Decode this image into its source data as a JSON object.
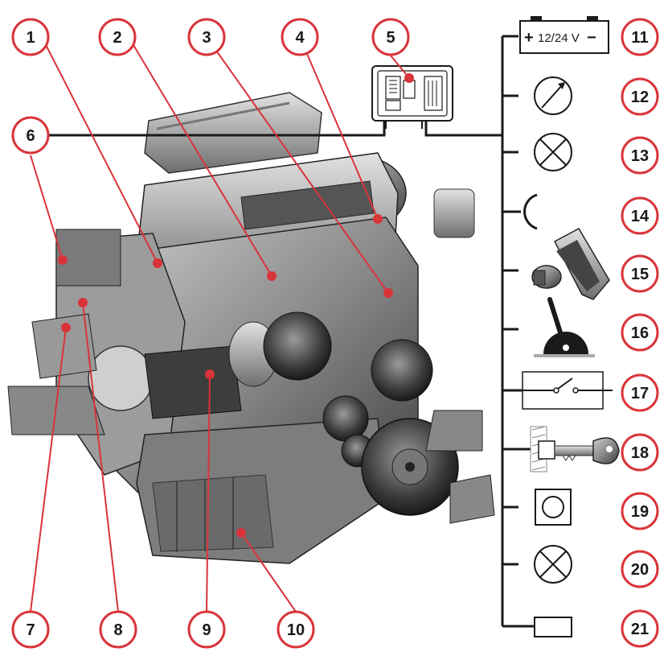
{
  "accent_color": "#d9343a",
  "callouts": {
    "c1": "1",
    "c2": "2",
    "c3": "3",
    "c4": "4",
    "c5": "5",
    "c6": "6",
    "c7": "7",
    "c8": "8",
    "c9": "9",
    "c10": "10",
    "c11": "11",
    "c12": "12",
    "c13": "13",
    "c14": "14",
    "c15": "15",
    "c16": "16",
    "c17": "17",
    "c18": "18",
    "c19": "19",
    "c20": "20",
    "c21": "21"
  },
  "battery": {
    "label": "12/24 V",
    "plus": "+",
    "minus": "−"
  },
  "icons": {
    "i11": "battery-icon",
    "i12": "gauge-icon",
    "i13": "warning-lamp-icon",
    "i14": "connector-icon",
    "i15": "accelerator-pedal-icon",
    "i16": "hand-throttle-lever-icon",
    "i17": "switch-icon",
    "i18": "ignition-key-icon",
    "i19": "push-button-icon",
    "i20": "indicator-lamp-icon",
    "i21": "module-icon"
  }
}
